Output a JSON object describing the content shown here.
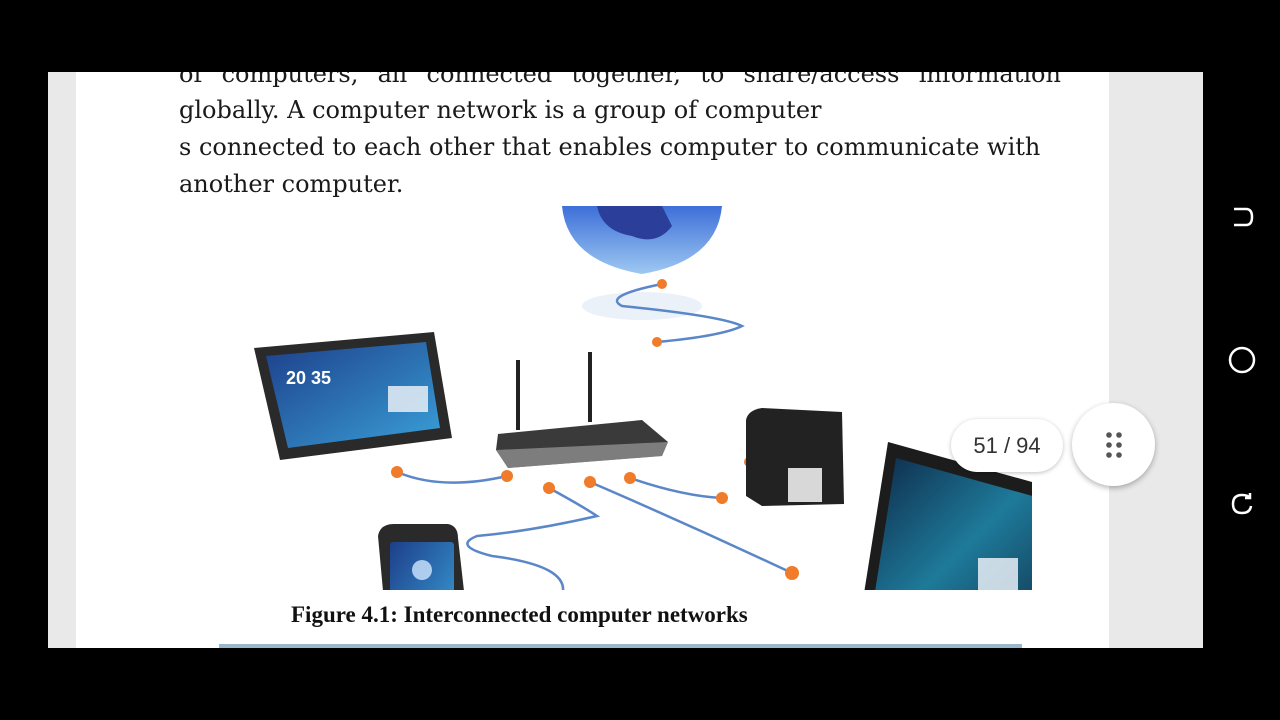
{
  "document": {
    "lines": [
      [
        "of",
        "computers,",
        "all",
        "connected",
        "together,",
        "to",
        "share/access",
        "information"
      ],
      "globally. A computer network is a group of computer",
      "s connected to each other that enables  computer to communicate with",
      "another computer."
    ],
    "figure_caption": "Figure 4.1: Interconnected computer networks",
    "tablet_clock": "20 35"
  },
  "viewer": {
    "page_indicator": "51 / 94",
    "menu_icon": "grid-dots-icon"
  },
  "system_nav": {
    "icons": [
      "back-icon",
      "home-icon",
      "recents-icon"
    ]
  }
}
